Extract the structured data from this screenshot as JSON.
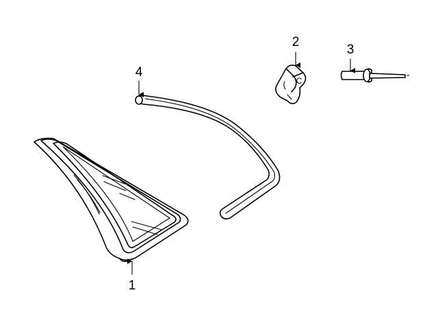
{
  "diagram": {
    "callouts": [
      {
        "id": "1",
        "label": "1"
      },
      {
        "id": "2",
        "label": "2"
      },
      {
        "id": "3",
        "label": "3"
      },
      {
        "id": "4",
        "label": "4"
      }
    ],
    "part_2_mark": "C"
  }
}
